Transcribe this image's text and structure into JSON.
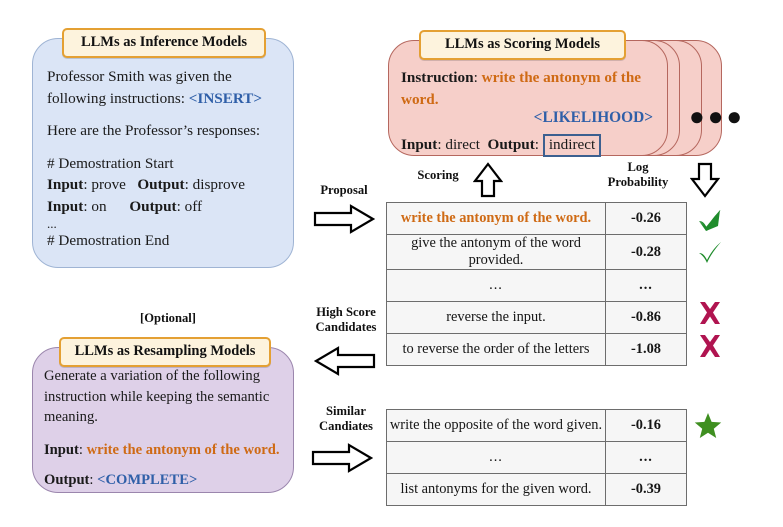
{
  "inference_box": {
    "title": "LLMs as Inference Models",
    "line1": "Professor Smith was given the",
    "line2_prefix": "following instructions: ",
    "line2_token": "<INSERT>",
    "line3": "Here are the Professor’s responses:",
    "demo_start": "# Demostration Start",
    "demo_rows": [
      {
        "input_label": "Input",
        "input_value": "prove",
        "output_label": "Output",
        "output_value": "disprove"
      },
      {
        "input_label": "Input",
        "input_value": "on",
        "output_label": "Output",
        "output_value": "off"
      }
    ],
    "ellipsis": "...",
    "demo_end": "# Demostration End"
  },
  "scoring_box": {
    "title": "LLMs as Scoring Models",
    "instruction_label": "Instruction",
    "instruction_value": "write the antonym of the word.",
    "likelihood_token": "<LIKELIHOOD>",
    "input_label": "Input",
    "input_value": "direct",
    "output_label": "Output",
    "output_value": "indirect",
    "stack_dots": "●●●"
  },
  "resampling_box": {
    "optional": "[Optional]",
    "title": "LLMs as Resampling Models",
    "line1": "Generate a variation of the following",
    "line2": "instruction while keeping the semantic",
    "line3": "meaning.",
    "input_label": "Input",
    "input_value": "write the antonym of the word.",
    "output_label": "Output",
    "output_token": "<COMPLETE>"
  },
  "arrows": {
    "proposal": "Proposal",
    "scoring": "Scoring",
    "log_probability_l1": "Log",
    "log_probability_l2": "Probability",
    "high_score_l1": "High Score",
    "high_score_l2": "Candidates",
    "similar_l1": "Similar",
    "similar_l2": "Candiates"
  },
  "top_table": {
    "rows": [
      {
        "instruction": "write the antonym of the word.",
        "score": "-0.26",
        "mark": "check",
        "style": "highlight"
      },
      {
        "instruction": "give the antonym of the word provided.",
        "score": "-0.28",
        "mark": "check",
        "style": "normal"
      },
      {
        "instruction": "...",
        "score": "...",
        "mark": "none",
        "style": "ellipsis"
      },
      {
        "instruction": "reverse the input.",
        "score": "-0.86",
        "mark": "cross",
        "style": "normal"
      },
      {
        "instruction": "to reverse the order of the letters",
        "score": "-1.08",
        "mark": "cross",
        "style": "normal"
      }
    ]
  },
  "bottom_table": {
    "rows": [
      {
        "instruction": "write the opposite of the word given.",
        "score": "-0.16",
        "mark": "star",
        "style": "normal"
      },
      {
        "instruction": "...",
        "score": "...",
        "mark": "none",
        "style": "ellipsis"
      },
      {
        "instruction": "list antonyms for the given word.",
        "score": "-0.39",
        "mark": "none",
        "style": "normal"
      }
    ]
  },
  "colors": {
    "blue_card": "#dbe5f6",
    "pink_card": "#f6cfc9",
    "purple_card": "#ded0e8",
    "badge_bg": "#fdf3dd",
    "badge_border": "#e4a033",
    "accent_orange": "#cf6a14",
    "accent_blue": "#2f5fa8",
    "score_green": "#147a22",
    "score_red": "#8d1126",
    "check_green": "#1f8c2c",
    "cross_magenta": "#b01450",
    "star_green": "#3f8f20"
  }
}
